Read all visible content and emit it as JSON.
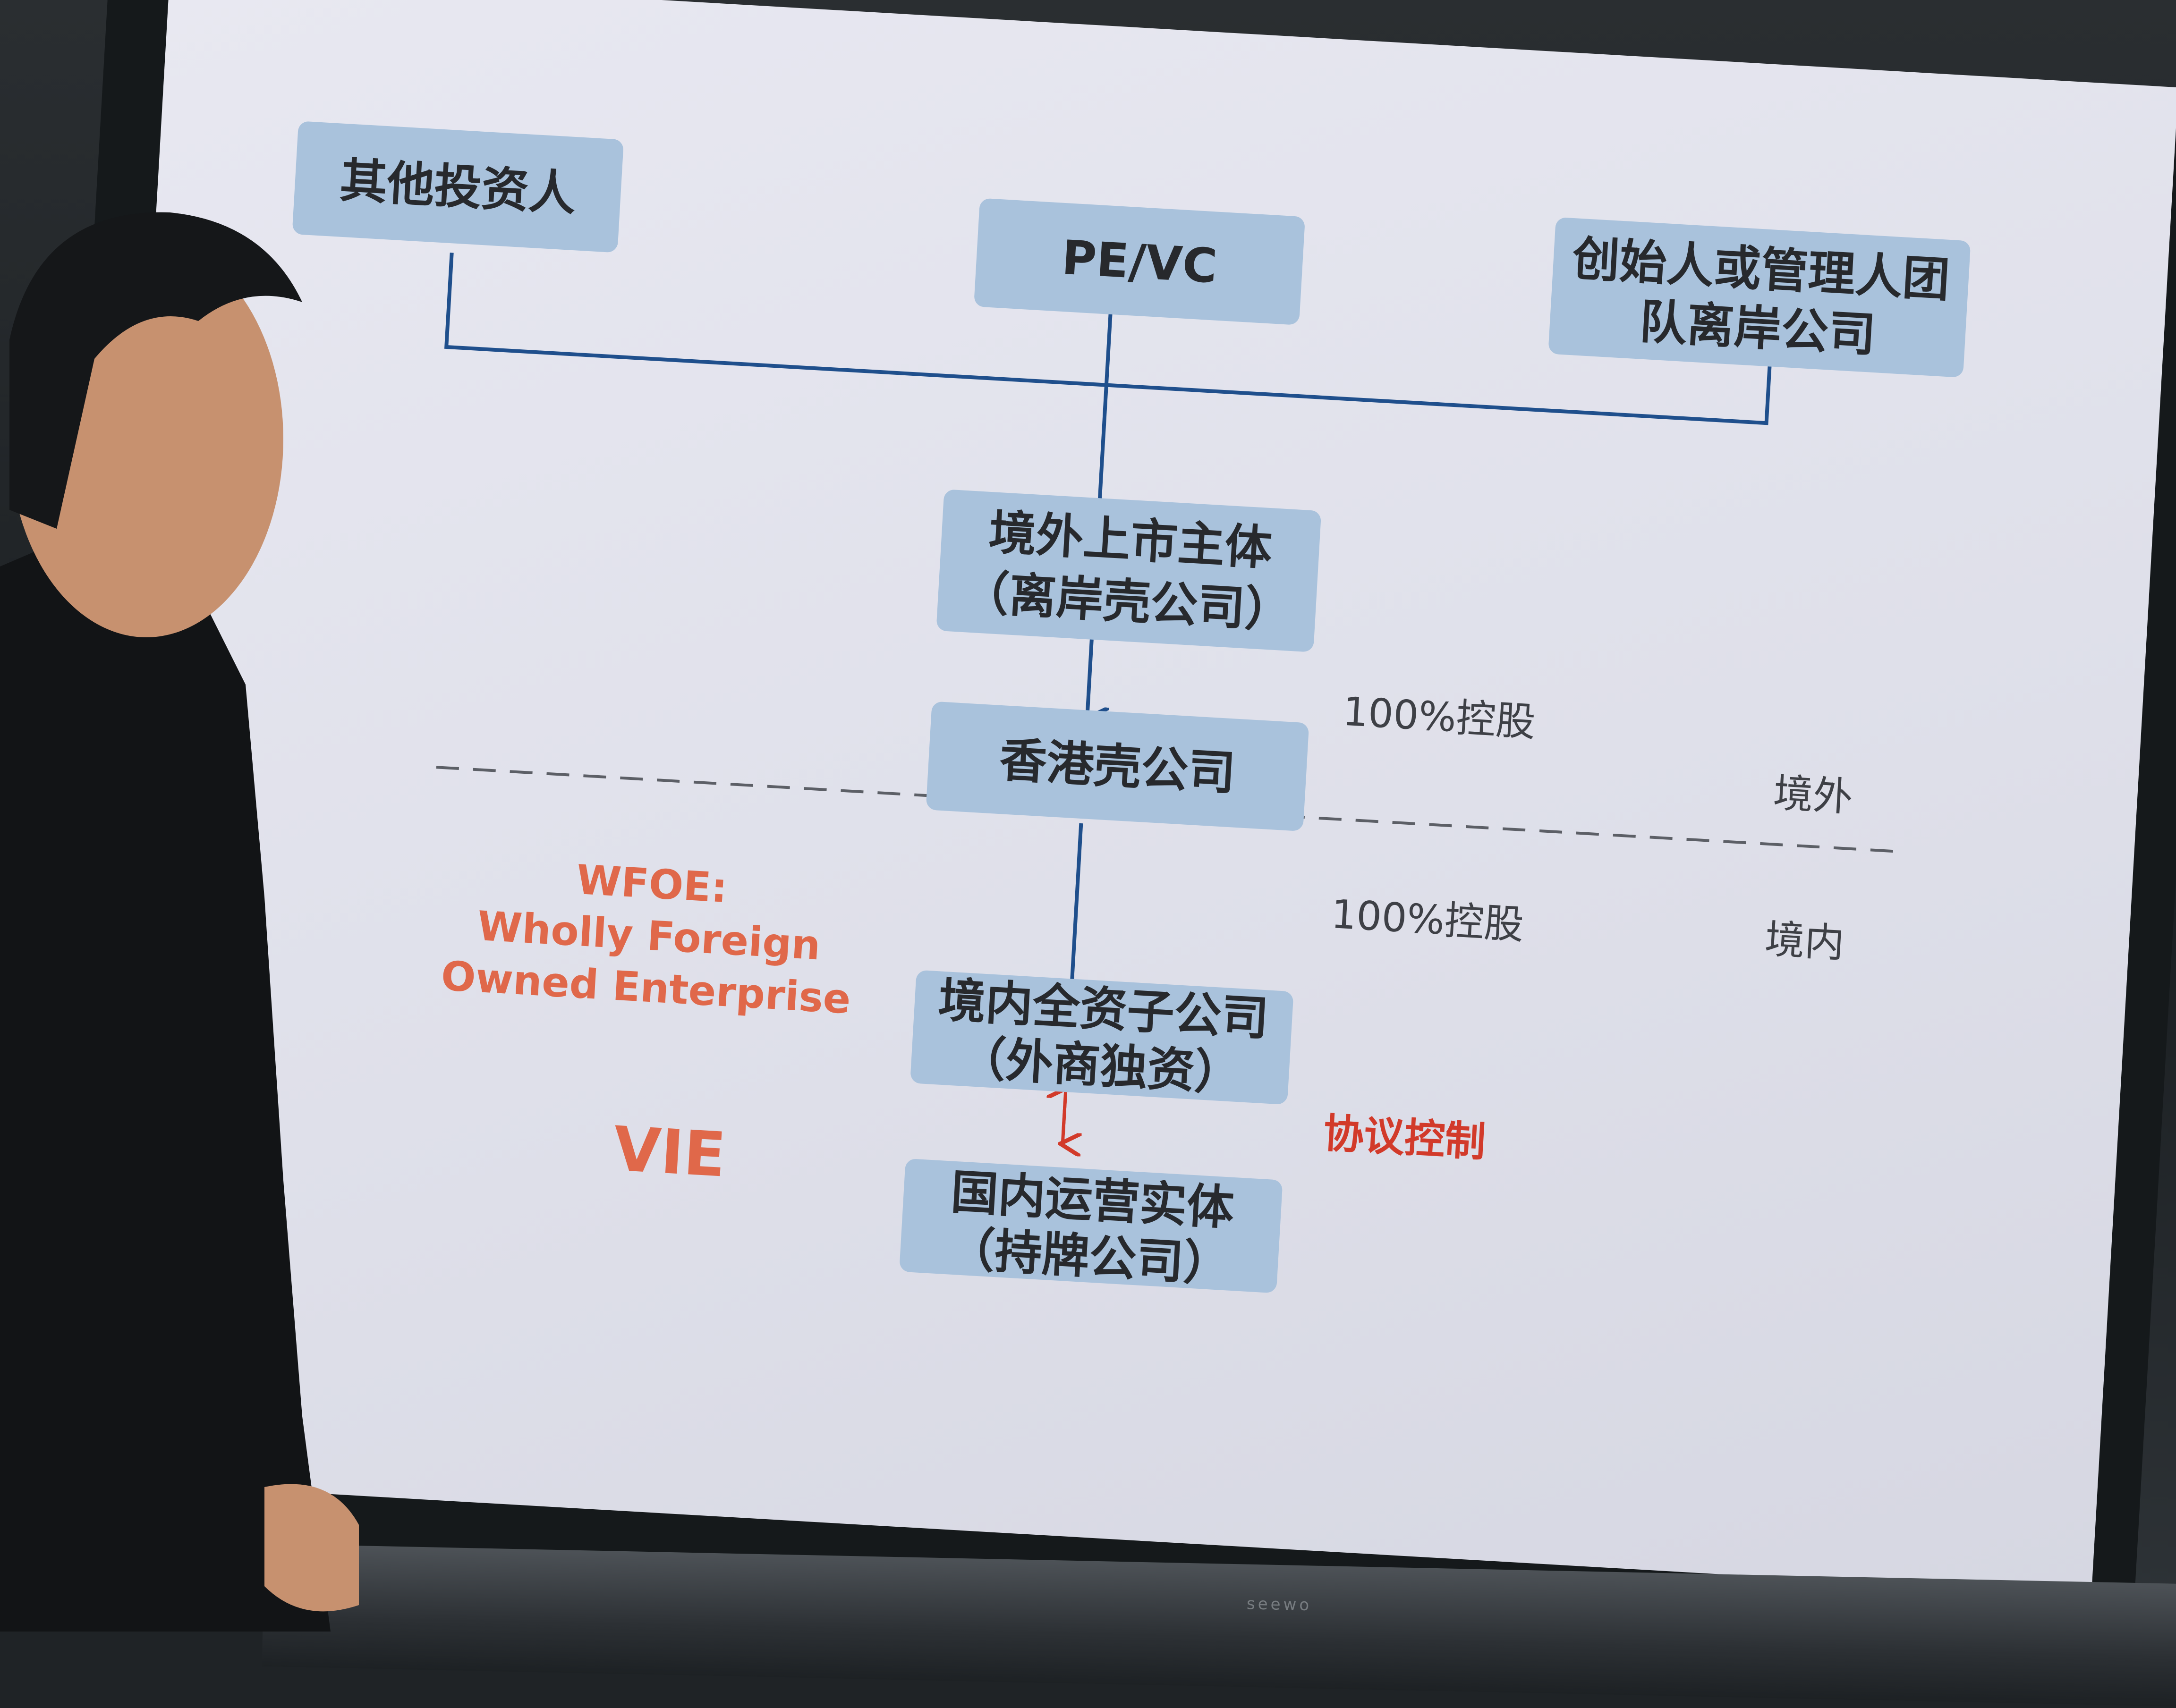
{
  "diagram": {
    "nodes": {
      "other_investors": "其他投资人",
      "pe_vc": "PE/VC",
      "founders_line1": "创始人或管理人团",
      "founders_line2": "队离岸公司",
      "listed_entity_line1": "境外上市主体",
      "listed_entity_line2": "（离岸壳公司）",
      "hk_shell": "香港壳公司",
      "wfoe_line1": "境内全资子公司",
      "wfoe_line2": "（外商独资）",
      "operating_entity_line1": "国内运营实体",
      "operating_entity_line2": "（持牌公司）"
    },
    "labels": {
      "holding_1": "100%控股",
      "holding_2": "100%控股",
      "offshore": "境外",
      "onshore": "境内",
      "agreement_control": "协议控制"
    },
    "annotations": {
      "wfoe_title": "WFOE:",
      "wfoe_line2": "Wholly Foreign",
      "wfoe_line3": "Owned Enterprise",
      "vie": "VIE"
    }
  },
  "monitor_brand": "seewo",
  "colors": {
    "box_fill": "#a9c2dc",
    "connector": "#1f4f8c",
    "accent_red": "#e0684a",
    "agreement_red": "#d23a2a"
  }
}
